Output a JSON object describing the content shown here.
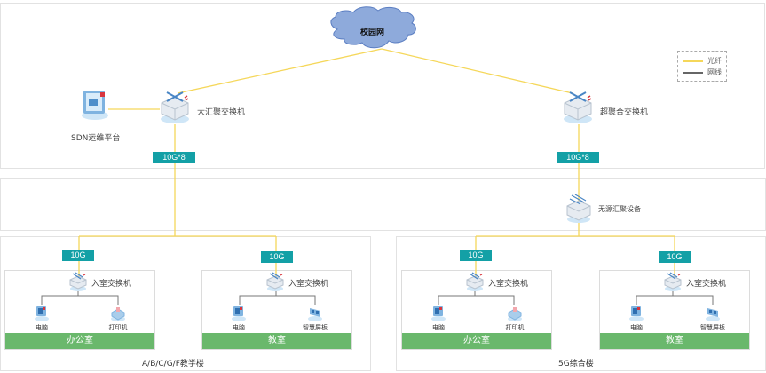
{
  "title": "校园网络拓扑",
  "cloud": {
    "label": "校园网",
    "color": "#8eaadb"
  },
  "legend": {
    "items": [
      {
        "label": "光纤",
        "color": "#f5d75a"
      },
      {
        "label": "网线",
        "color": "#666666"
      }
    ]
  },
  "core": {
    "sdn": {
      "label": "SDN运维平台",
      "icon": "server-platform-icon"
    },
    "aggregation_left": {
      "label": "大汇聚交换机",
      "icon": "core-switch-icon",
      "uplink": "10G*8"
    },
    "aggregation_right": {
      "label": "超聚合交换机",
      "icon": "core-switch-icon",
      "uplink": "10G*8"
    }
  },
  "middle": {
    "passive": {
      "label": "无源汇聚设备",
      "icon": "passive-device-icon"
    }
  },
  "buildings": [
    {
      "name": "A/B/C/G/F教学楼",
      "rooms": [
        {
          "name": "办公室",
          "link": "10G",
          "switch": "入室交换机",
          "devices": [
            {
              "label": "电脑",
              "icon": "computer-icon"
            },
            {
              "label": "打印机",
              "icon": "printer-icon"
            }
          ]
        },
        {
          "name": "教室",
          "link": "10G",
          "switch": "入室交换机",
          "devices": [
            {
              "label": "电脑",
              "icon": "computer-icon"
            },
            {
              "label": "智慧屏板",
              "icon": "smart-board-icon"
            }
          ]
        }
      ]
    },
    {
      "name": "5G综合楼",
      "rooms": [
        {
          "name": "办公室",
          "link": "10G",
          "switch": "入室交换机",
          "devices": [
            {
              "label": "电脑",
              "icon": "computer-icon"
            },
            {
              "label": "打印机",
              "icon": "printer-icon"
            }
          ]
        },
        {
          "name": "教室",
          "link": "10G",
          "switch": "入室交换机",
          "devices": [
            {
              "label": "电脑",
              "icon": "computer-icon"
            },
            {
              "label": "智慧屏板",
              "icon": "smart-board-icon"
            }
          ]
        }
      ]
    }
  ],
  "colors": {
    "fiber": "#f5d75a",
    "cable": "#666666",
    "badge": "#13a0a6",
    "room_bar": "#6ab86c"
  }
}
